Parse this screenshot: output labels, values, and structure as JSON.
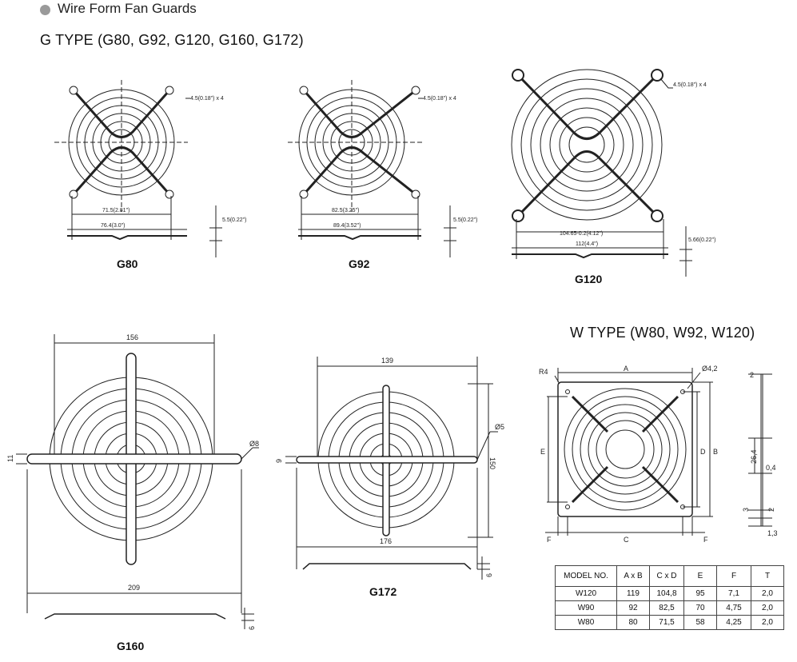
{
  "header": {
    "title": "Wire Form Fan Guards"
  },
  "g_type": {
    "title": "G TYPE (G80, G92, G120, G160, G172)",
    "g80": {
      "label": "G80",
      "hole": "4.5(0.18\") x 4",
      "inner": "71.5(2.81\")",
      "outer": "76.4(3.0\")",
      "thick": "5.5(0.22\")"
    },
    "g92": {
      "label": "G92",
      "hole": "4.5(0.18\") x 4",
      "inner": "82.5(3.25\")",
      "outer": "89.4(3.52\")",
      "thick": "5.5(0.22\")"
    },
    "g120": {
      "label": "G120",
      "hole": "4.5(0.18\") x 4",
      "inner": "104.65-0.2(4.12\")",
      "outer": "112(4.4\")",
      "thick": "5.66(0.22\")"
    },
    "g160": {
      "label": "G160",
      "top": "156",
      "bottom": "209",
      "side": "11",
      "dia": "Ø8",
      "thick": "6"
    },
    "g172": {
      "label": "G172",
      "top": "139",
      "right": "150",
      "bottom": "176",
      "side": "9",
      "dia": "Ø5",
      "thick": "6"
    }
  },
  "w_type": {
    "title": "W TYPE (W80, W92, W120)",
    "labels": {
      "r": "R4",
      "a": "A",
      "hole": "Ø4,2",
      "b": "B",
      "d": "D",
      "e": "E",
      "c": "C",
      "f1": "F",
      "f2": "F"
    },
    "side": {
      "d1": "2",
      "d2": "26,4",
      "d3": "0,4",
      "d4": "3",
      "d5": "2",
      "d6": "1,3"
    },
    "table": {
      "headers": [
        "MODEL NO.",
        "A x B",
        "C x D",
        "E",
        "F",
        "T"
      ],
      "rows": [
        [
          "W120",
          "119",
          "104,8",
          "95",
          "7,1",
          "2,0"
        ],
        [
          "W90",
          "92",
          "82,5",
          "70",
          "4,75",
          "2,0"
        ],
        [
          "W80",
          "80",
          "71,5",
          "58",
          "4,25",
          "2,0"
        ]
      ]
    }
  }
}
